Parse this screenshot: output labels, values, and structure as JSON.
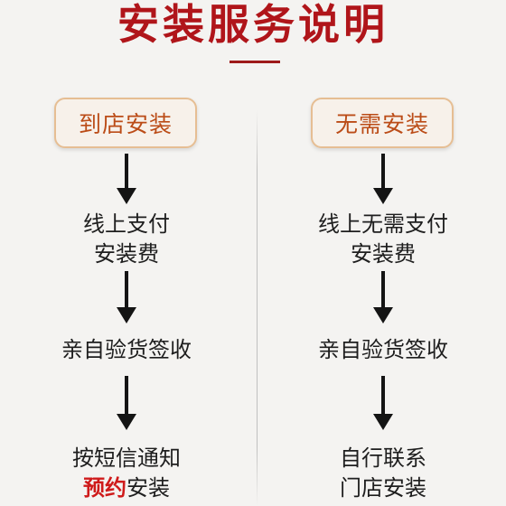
{
  "title": "安装服务说明",
  "left": {
    "option": "到店安装",
    "step1": [
      "线上支付",
      "安装费"
    ],
    "step2": "亲自验货签收",
    "step3_line1": "按短信通知",
    "step3_highlight": "预约",
    "step3_rest": "安装"
  },
  "right": {
    "option": "无需安装",
    "step1": [
      "线上无需支付",
      "安装费"
    ],
    "step2": "亲自验货签收",
    "step3": [
      "自行联系",
      "门店安装"
    ]
  },
  "colors": {
    "title": "#b0151a",
    "pill_border": "#e6be93",
    "pill_text": "#bb4c17",
    "highlight": "#cf1a1a",
    "arrow": "#141414"
  }
}
